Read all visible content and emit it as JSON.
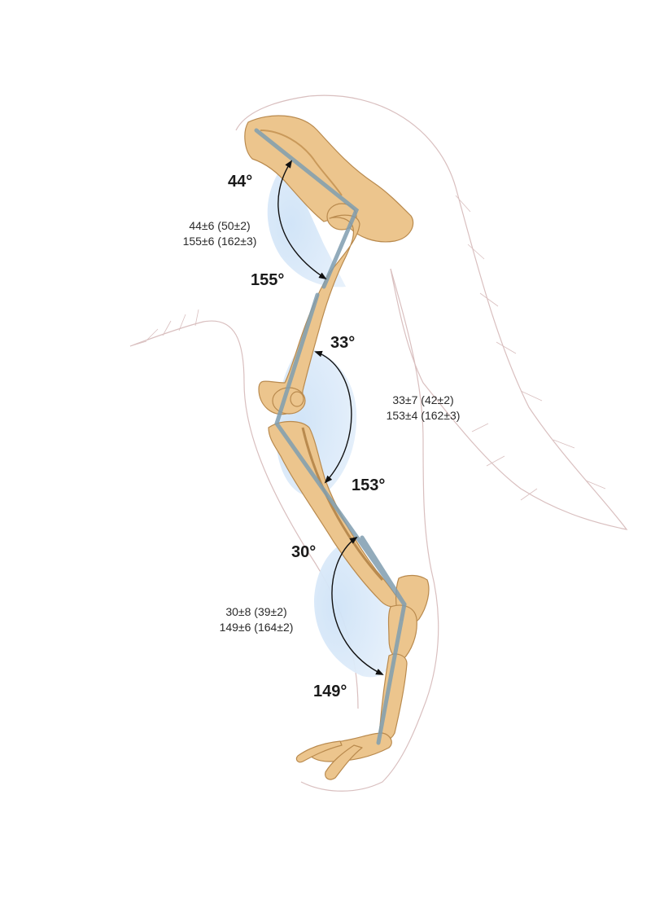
{
  "diagram": {
    "joints": [
      {
        "id": "hip",
        "flexion_angle": "44°",
        "extension_angle": "155°",
        "flexion_stat": "44±6 (50±2)",
        "extension_stat": "155±6 (162±3)"
      },
      {
        "id": "stifle",
        "flexion_angle": "33°",
        "extension_angle": "153°",
        "flexion_stat": "33±7 (42±2)",
        "extension_stat": "153±4 (162±3)"
      },
      {
        "id": "tarsus",
        "flexion_angle": "30°",
        "extension_angle": "149°",
        "flexion_stat": "30±8 (39±2)",
        "extension_stat": "149±6 (164±2)"
      }
    ],
    "colors": {
      "bone": "#ecc58d",
      "bone_shade": "#c9995a",
      "axis_line": "#7f9db0",
      "range_wedge": "#d6e7f8",
      "fur_outline": "#d9bfbf",
      "arrow": "#111111"
    }
  }
}
